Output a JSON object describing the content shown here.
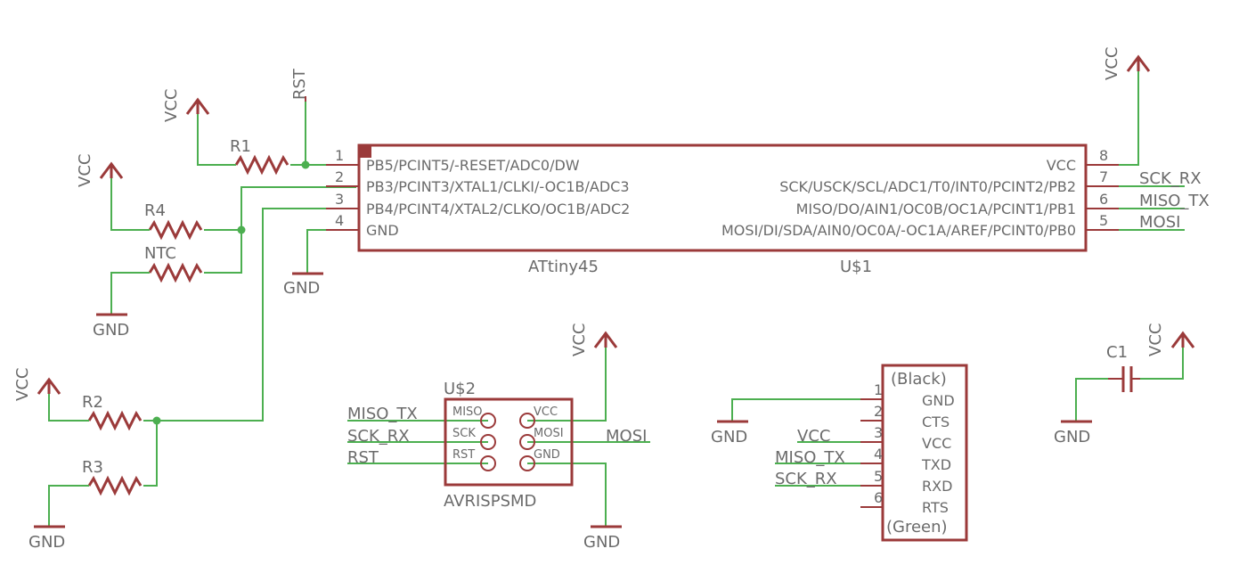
{
  "power": {
    "vcc": "VCC",
    "gnd": "GND",
    "rst": "RST"
  },
  "resistors": {
    "r1": "R1",
    "r2": "R2",
    "r3": "R3",
    "r4": "R4",
    "ntc": "NTC"
  },
  "capacitor": {
    "c1": "C1"
  },
  "ic1": {
    "name": "ATtiny45",
    "ref": "U$1",
    "left_pins": [
      {
        "num": "1",
        "label": "PB5/PCINT5/-RESET/ADC0/DW"
      },
      {
        "num": "2",
        "label": "PB3/PCINT3/XTAL1/CLKI/-OC1B/ADC3"
      },
      {
        "num": "3",
        "label": "PB4/PCINT4/XTAL2/CLKO/OC1B/ADC2"
      },
      {
        "num": "4",
        "label": "GND"
      }
    ],
    "right_pins": [
      {
        "num": "8",
        "label": "VCC",
        "net": ""
      },
      {
        "num": "7",
        "label": "SCK/USCK/SCL/ADC1/T0/INT0/PCINT2/PB2",
        "net": "SCK_RX"
      },
      {
        "num": "6",
        "label": "MISO/DO/AIN1/OC0B/OC1A/PCINT1/PB1",
        "net": "MISO_TX"
      },
      {
        "num": "5",
        "label": "MOSI/DI/SDA/AIN0/OC0A/-OC1A/AREF/PCINT0/PB0",
        "net": "MOSI"
      }
    ]
  },
  "isp": {
    "ref": "U$2",
    "name": "AVRISPSMD",
    "pins_left": [
      "MISO",
      "SCK",
      "RST"
    ],
    "pins_right": [
      "VCC",
      "MOSI",
      "GND"
    ],
    "nets_left": [
      "MISO_TX",
      "SCK_RX",
      "RST"
    ],
    "net_right": "MOSI"
  },
  "ftdi": {
    "top": "(Black)",
    "bottom": "(Green)",
    "pins": [
      {
        "num": "1",
        "label": "GND",
        "net": "GND"
      },
      {
        "num": "2",
        "label": "CTS",
        "net": ""
      },
      {
        "num": "3",
        "label": "VCC",
        "net": "VCC"
      },
      {
        "num": "4",
        "label": "TXD",
        "net": "MISO_TX"
      },
      {
        "num": "5",
        "label": "RXD",
        "net": "SCK_RX"
      },
      {
        "num": "6",
        "label": "RTS",
        "net": ""
      }
    ]
  }
}
